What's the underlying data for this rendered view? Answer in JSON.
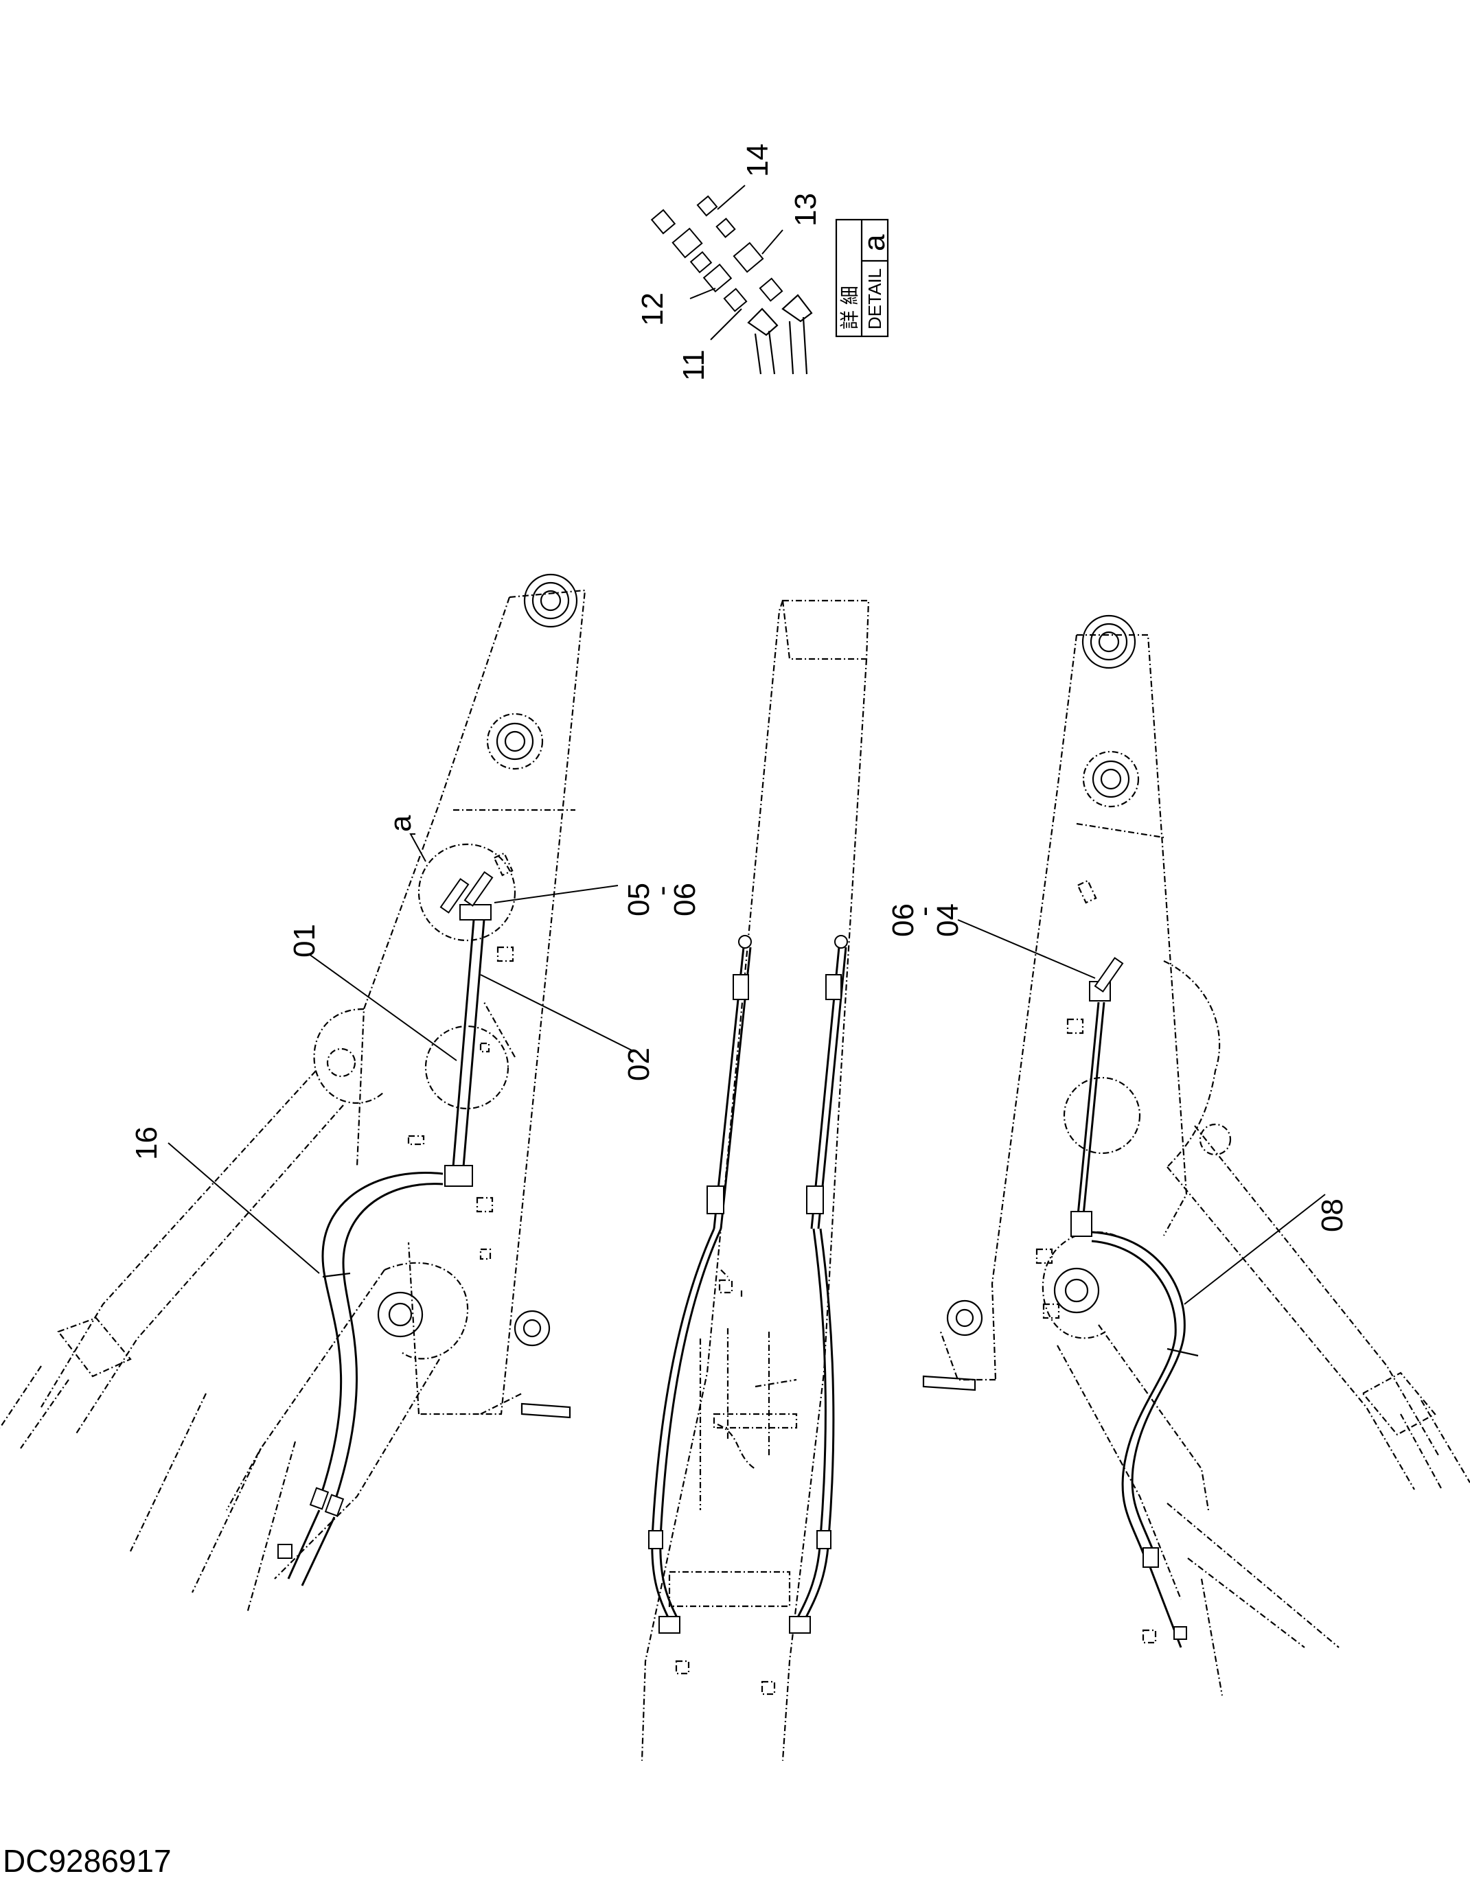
{
  "labels": {
    "p01": "01",
    "p02": "02",
    "p05_06_top": "05",
    "p05_06_dash": "-",
    "p05_06_bot": "06",
    "p06_04_top": "06",
    "p06_04_dash": "-",
    "p06_04_bot": "04",
    "p08": "08",
    "p11": "11",
    "p12": "12",
    "p13": "13",
    "p14": "14",
    "p16": "16",
    "detail_ref": "a",
    "detail_box_letter": "a",
    "detail_box_jp": "詳 細",
    "detail_box_en": "DETAIL"
  },
  "document_id": "DC9286917"
}
